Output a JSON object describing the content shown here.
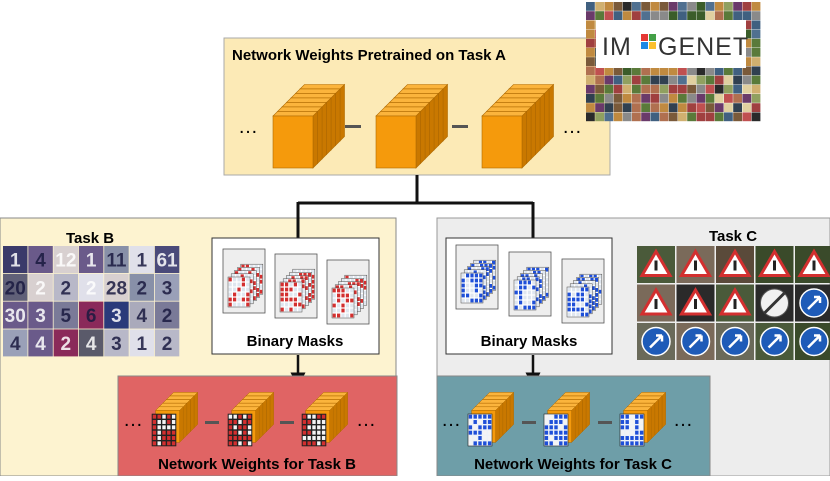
{
  "pretrained": {
    "title": "Network Weights Pretrained on Task A",
    "left_ellipsis": "…",
    "right_ellipsis": "…"
  },
  "imagenet": {
    "logo_text": "IMAGENET",
    "logo_colors": [
      "#e53935",
      "#43a047",
      "#1e88e5",
      "#fbc02d"
    ]
  },
  "task_b": {
    "title": "Task B",
    "masks_label": "Binary Masks",
    "mask_color": "#d32f2f",
    "result_title": "Network Weights for Task B",
    "left_ellipsis": "…",
    "right_ellipsis": "…",
    "panel_color": "#fdf3d0",
    "result_color": "#e06464"
  },
  "task_c": {
    "title": "Task C",
    "masks_label": "Binary Masks",
    "mask_color": "#1e4fd8",
    "result_title": "Network Weights for Task C",
    "left_ellipsis": "…",
    "right_ellipsis": "…",
    "panel_color": "#ededed",
    "result_color": "#6e9ea8"
  },
  "colors": {
    "filter_orange": "#f59a0c",
    "filter_edge": "#b06a00",
    "pretrained_panel": "#fceab6"
  }
}
